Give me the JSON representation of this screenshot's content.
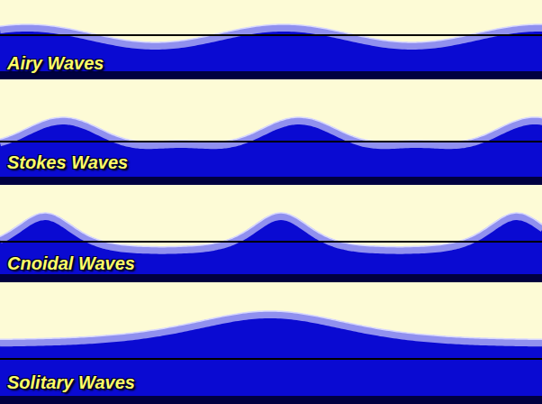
{
  "diagram": {
    "nodes": [
      {
        "text": [
          "Airy Waves"
        ]
      },
      {
        "text": [
          "Stokes Waves"
        ]
      },
      {
        "text": [
          "Cnoidal Waves"
        ]
      },
      {
        "text": [
          "Solitary Waves"
        ]
      }
    ]
  }
}
